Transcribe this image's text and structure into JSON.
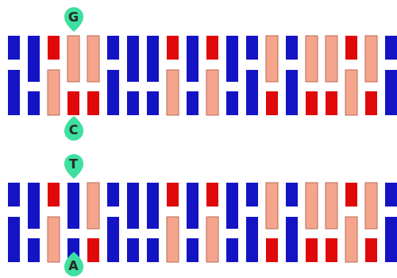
{
  "diagram": {
    "nodes": [
      {
        "text": [
          "G"
        ]
      },
      {
        "text": [
          "C"
        ]
      },
      {
        "text": [
          "T"
        ]
      },
      {
        "text": [
          "A"
        ]
      }
    ]
  }
}
